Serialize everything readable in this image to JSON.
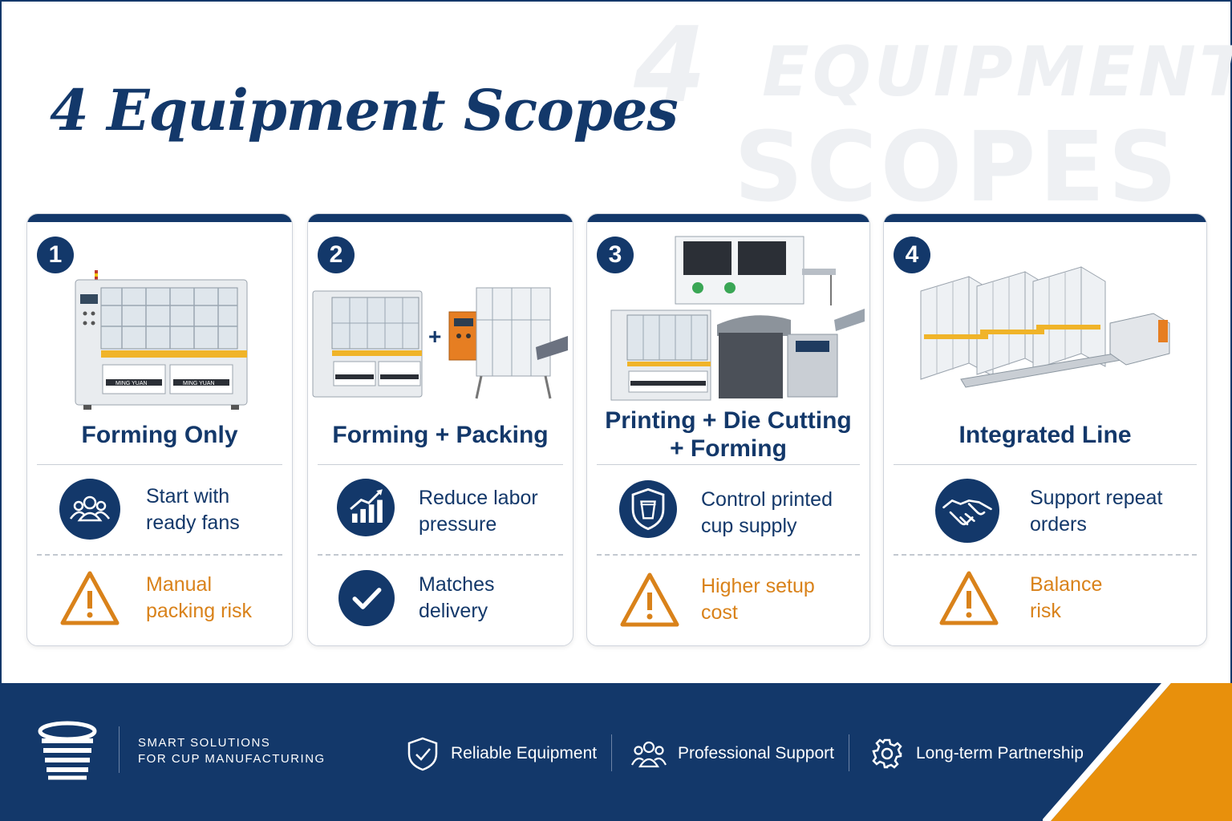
{
  "watermark": {
    "line1": "4",
    "line2": "EQUIPMENT",
    "line3": "SCOPES"
  },
  "title": "4 Equipment Scopes",
  "cards": [
    {
      "number": "1",
      "heading": "Forming Only",
      "benefit": "Start with ready fans",
      "benefit_icon": "people-icon",
      "risk": "Manual packing risk",
      "risk_icon": "warning-icon"
    },
    {
      "number": "2",
      "heading": "Forming + Packing",
      "benefit": "Reduce labor pressure",
      "benefit_icon": "growth-chart-icon",
      "second": "Matches delivery",
      "second_icon": "check-icon"
    },
    {
      "number": "3",
      "heading": "Printing + Die Cutting + Forming",
      "benefit": "Control printed cup supply",
      "benefit_icon": "cup-shield-icon",
      "risk": "Higher setup cost",
      "risk_icon": "warning-icon"
    },
    {
      "number": "4",
      "heading": "Integrated Line",
      "benefit": "Support repeat orders",
      "benefit_icon": "handshake-icon",
      "risk": "Balance risk",
      "risk_icon": "warning-icon"
    }
  ],
  "machine_brand": "MING YUAN",
  "plus_sign": "+",
  "footer": {
    "tagline_1": "SMART SOLUTIONS",
    "tagline_2": "FOR CUP MANUFACTURING",
    "items": [
      "Reliable Equipment",
      "Professional Support",
      "Long-term Partnership"
    ]
  },
  "colors": {
    "navy": "#13386a",
    "orange": "#d9821a",
    "accent_orange": "#e8900c"
  }
}
